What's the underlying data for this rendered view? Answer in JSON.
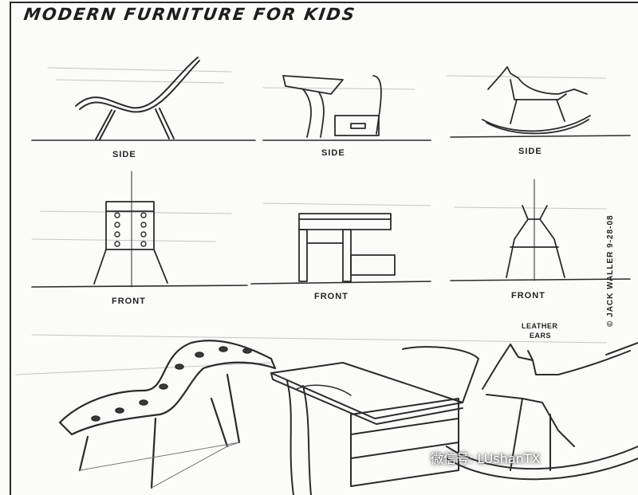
{
  "title": "MODERN FURNITURE FOR KIDS",
  "labels": {
    "side": "SIDE",
    "front": "FRONT",
    "leather_ears": "LEATHER",
    "ears": "EARS"
  },
  "signature": "© JACK WALLER  9-28-08",
  "watermark": "微信号: LUshanTX",
  "items": [
    {
      "name": "chair"
    },
    {
      "name": "desk"
    },
    {
      "name": "rocking-horse"
    }
  ]
}
